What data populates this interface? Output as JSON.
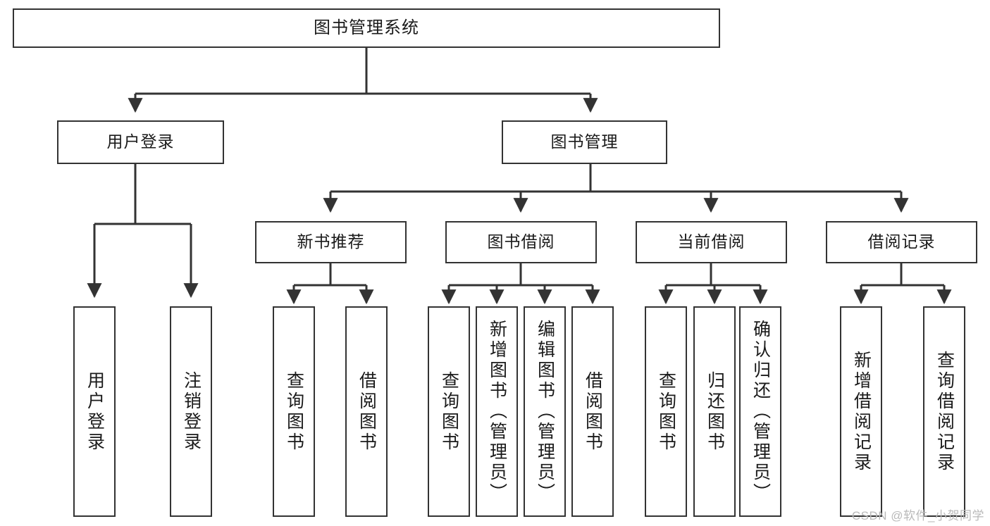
{
  "diagram": {
    "title": "图书管理系统",
    "type": "tree-hierarchy-diagram",
    "colors": {
      "node_border": "#333333",
      "node_fill": "#ffffff",
      "edge": "#333333",
      "text": "#1a1a1a",
      "watermark": "#b9b9b9",
      "background": "#ffffff"
    },
    "watermark": "CSDN @软件_小贺同学",
    "levels": {
      "root": {
        "label": "图书管理系统"
      },
      "level2": [
        {
          "label": "用户登录"
        },
        {
          "label": "图书管理"
        }
      ],
      "level3": [
        {
          "label": "新书推荐"
        },
        {
          "label": "图书借阅"
        },
        {
          "label": "当前借阅"
        },
        {
          "label": "借阅记录"
        }
      ],
      "leaves": {
        "user_login": [
          {
            "label": "用户登录"
          },
          {
            "label": "注销登录"
          }
        ],
        "new_book_recommend": [
          {
            "label": "查询图书"
          },
          {
            "label": "借阅图书"
          }
        ],
        "book_borrow": [
          {
            "label": "查询图书"
          },
          {
            "label": "新增图书（管理员）"
          },
          {
            "label": "编辑图书（管理员）"
          },
          {
            "label": "借阅图书"
          }
        ],
        "current_borrow": [
          {
            "label": "查询图书"
          },
          {
            "label": "归还图书"
          },
          {
            "label": "确认归还（管理员）"
          }
        ],
        "borrow_record": [
          {
            "label": "新增借阅记录"
          },
          {
            "label": "查询借阅记录"
          }
        ]
      }
    }
  }
}
